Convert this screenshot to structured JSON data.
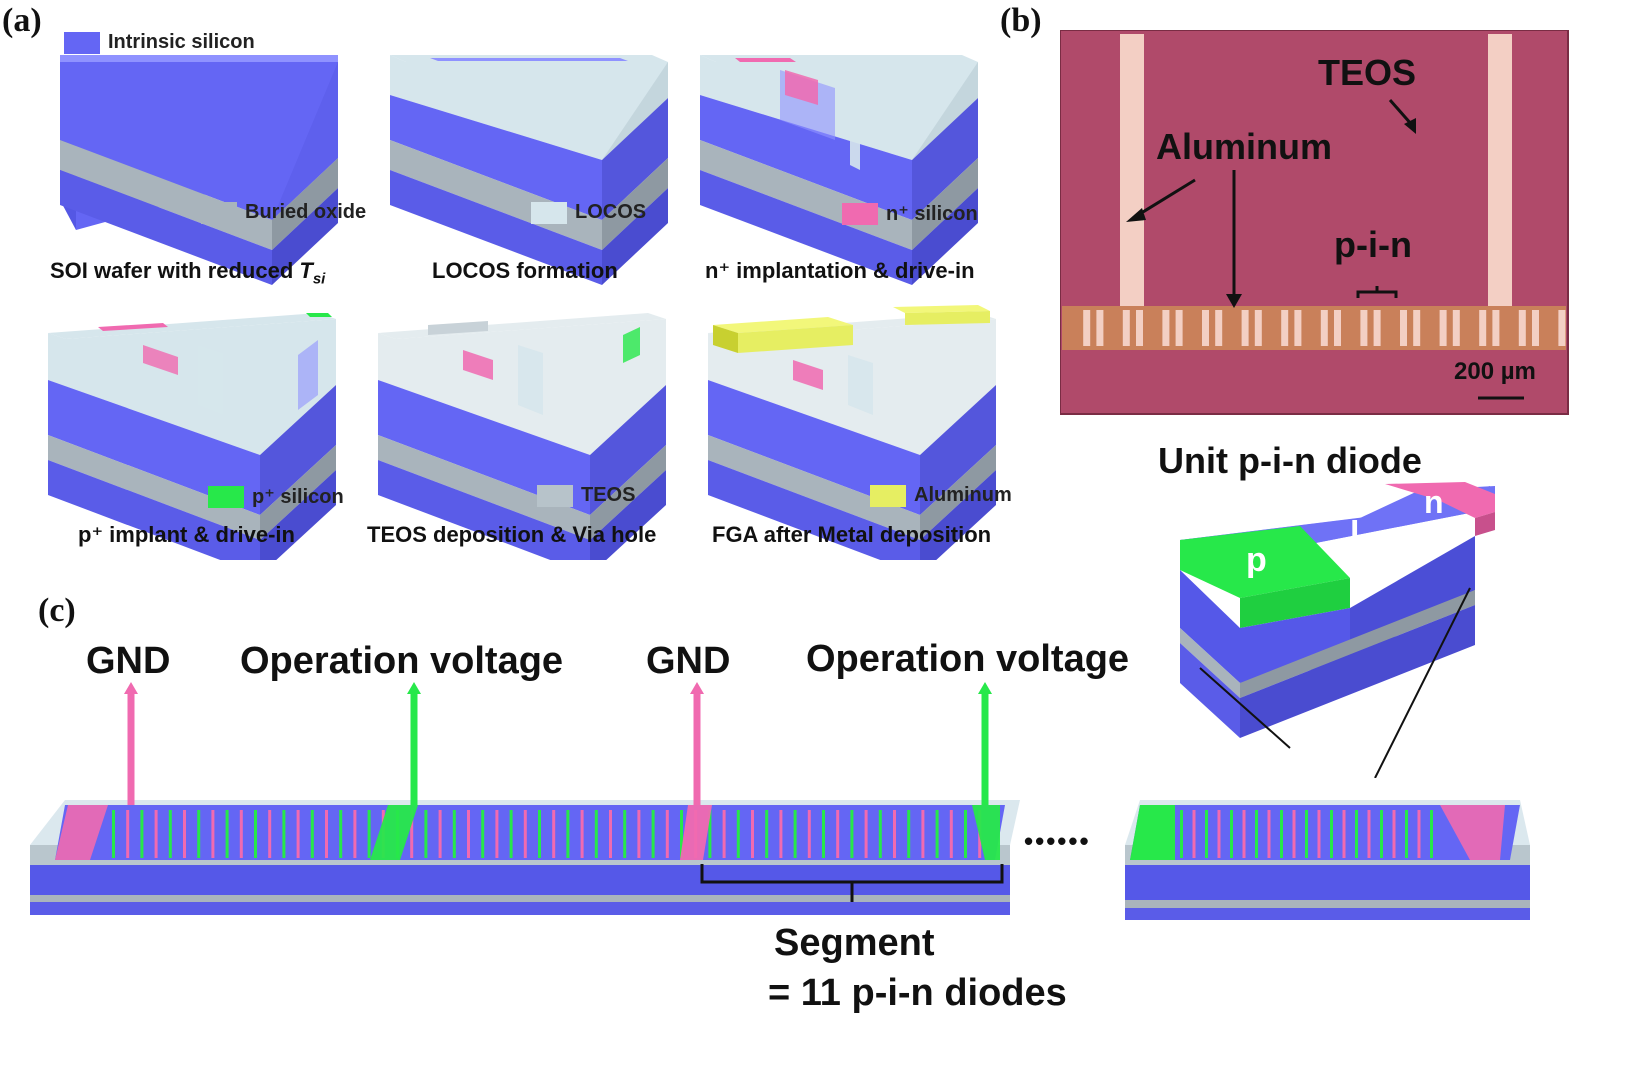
{
  "panels": {
    "a": "(a)",
    "b": "(b)",
    "c": "(c)"
  },
  "colors": {
    "intrinsic": "#6466f4",
    "buried_oxide": "#a9b4bc",
    "locos": "#d6e6ec",
    "n_plus": "#f06ab0",
    "p_plus": "#27e84a",
    "teos": "#b7c3ca",
    "aluminum": "#e6ee62",
    "micrograph_bg": "#b04a6a",
    "micrograph_band": "#c9805a",
    "micrograph_stripe": "#f3cfc4"
  },
  "panel_a": {
    "legends": {
      "intrinsic": "Intrinsic silicon",
      "buried_oxide": "Buried oxide",
      "locos": "LOCOS",
      "n_plus": "n⁺ silicon",
      "p_plus": "p⁺ silicon",
      "teos": "TEOS",
      "aluminum": "Aluminum"
    },
    "steps": [
      {
        "caption": "SOI wafer with reduced ",
        "caption_italic": "T",
        "caption_sub": "si"
      },
      {
        "caption": "LOCOS formation"
      },
      {
        "caption": "n⁺ implantation & drive-in"
      },
      {
        "caption": "p⁺ implant & drive-in"
      },
      {
        "caption": "TEOS deposition & Via hole"
      },
      {
        "caption": "FGA after Metal deposition"
      }
    ]
  },
  "panel_b": {
    "label_teos": "TEOS",
    "label_aluminum": "Aluminum",
    "label_pin": "p-i-n",
    "scale_bar": "200 µm",
    "unit_title": "Unit p-i-n diode",
    "unit_p": "p",
    "unit_i": "i",
    "unit_n": "n"
  },
  "panel_c": {
    "gnd_1": "GND",
    "op_1": "Operation voltage",
    "gnd_2": "GND",
    "op_2": "Operation voltage",
    "segment_1": "Segment",
    "segment_2": "= 11 p-i-n diodes",
    "ellipsis": "••••••"
  }
}
